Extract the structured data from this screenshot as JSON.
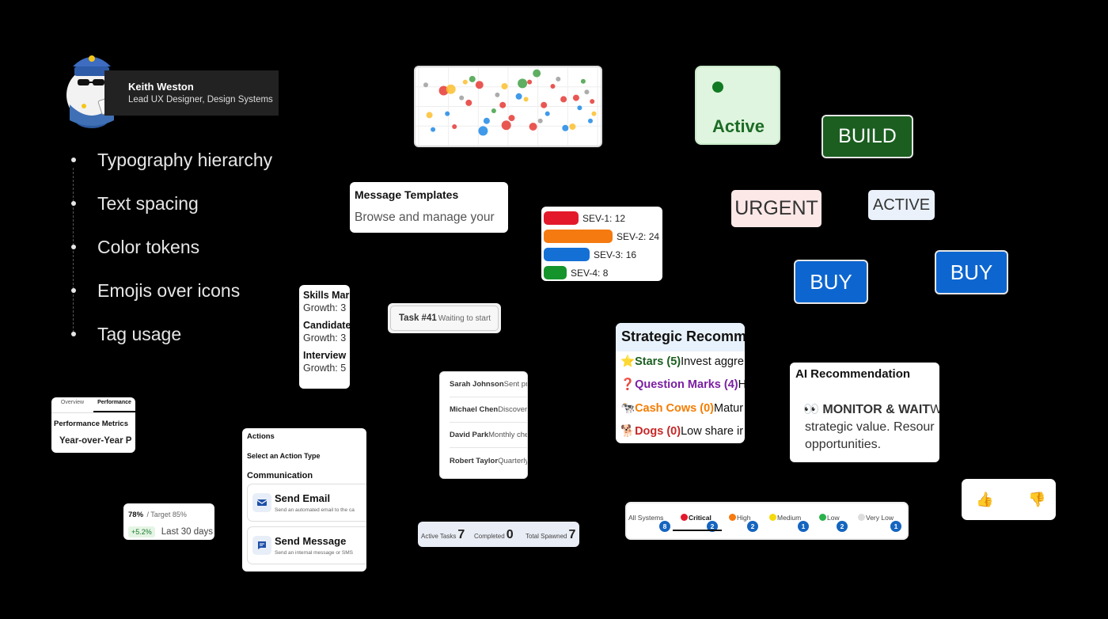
{
  "presenter": {
    "name": "Keith Weston",
    "role": "Lead UX Designer, Design Systems"
  },
  "topics": [
    "Typography hierarchy",
    "Text spacing",
    "Color tokens",
    "Emojis over icons",
    "Tag usage"
  ],
  "tags": {
    "active_green": "Active",
    "build": "BUILD",
    "urgent": "URGENT",
    "active_blue": "ACTIVE",
    "buy_1": "BUY",
    "buy_2": "BUY"
  },
  "message_templates": {
    "title": "Message Templates",
    "subtitle": "Browse and manage your"
  },
  "severity": [
    {
      "label": "SEV-1: 12",
      "color": "#e3192b"
    },
    {
      "label": "SEV-2: 24",
      "color": "#f57a10"
    },
    {
      "label": "SEV-3: 16",
      "color": "#1570d6"
    },
    {
      "label": "SEV-4: 8",
      "color": "#15942b"
    }
  ],
  "skills": [
    {
      "title": "Skills Mar",
      "value": "Growth: 3"
    },
    {
      "title": "Candidate",
      "value": "Growth: 3"
    },
    {
      "title": "Interview",
      "value": "Growth: 5"
    }
  ],
  "task": {
    "id": "Task #41",
    "status": "Waiting to start"
  },
  "people": [
    {
      "name": "Sarah Johnson",
      "detail": "Sent pro"
    },
    {
      "name": "Michael Chen",
      "detail": "Discovery"
    },
    {
      "name": "David Park",
      "detail": "Monthly che"
    },
    {
      "name": "Robert Taylor",
      "detail": "Quarterly"
    }
  ],
  "strategic": {
    "title": "Strategic Recomm",
    "rows": [
      {
        "emoji": "⭐",
        "label": "Stars (5)",
        "text": "Invest aggre",
        "color": "#1b5e20"
      },
      {
        "emoji": "❓",
        "label": "Question Marks (4)",
        "text": "H",
        "color": "#7b1fa2"
      },
      {
        "emoji": "🐄",
        "label": "Cash Cows (0)",
        "text": "Matur",
        "color": "#f57c00"
      },
      {
        "emoji": "🐕",
        "label": "Dogs (0)",
        "text": "Low share ir",
        "color": "#c62828"
      }
    ]
  },
  "ai_recommendation": {
    "title": "AI Recommendation",
    "emoji": "👀",
    "action": "MONITOR & WAIT",
    "action_tail": "W",
    "line2": "strategic value. Resour",
    "line3": "opportunities."
  },
  "feedback": {
    "up": "👍",
    "down": "👎"
  },
  "performance": {
    "tabs": [
      "Overview",
      "Performance"
    ],
    "active_tab": "Performance",
    "heading": "Performance Metrics",
    "subheading": "Year-over-Year P"
  },
  "actions": {
    "title": "Actions",
    "subtitle": "Select an Action Type",
    "category": "Communication",
    "items": [
      {
        "name": "Send Email",
        "desc": "Send an automated email to the ca",
        "icon": "mail-icon"
      },
      {
        "name": "Send Message",
        "desc": "Send an internal message or SMS",
        "icon": "chat-icon"
      }
    ]
  },
  "kpi": {
    "value": "78%",
    "target": "/ Target 85%",
    "change": "+5.2%",
    "period": "Last 30 days"
  },
  "stats": [
    {
      "label": "Active Tasks",
      "value": "7"
    },
    {
      "label": "Completed",
      "value": "0"
    },
    {
      "label": "Total Spawned",
      "value": "7"
    }
  ],
  "systems": [
    {
      "label": "All Systems",
      "count": "8",
      "dot": ""
    },
    {
      "label": "Critical",
      "count": "2",
      "dot": "#e3192b"
    },
    {
      "label": "High",
      "count": "2",
      "dot": "#f57a10"
    },
    {
      "label": "Medium",
      "count": "1",
      "dot": "#f5d90a"
    },
    {
      "label": "Low",
      "count": "2",
      "dot": "#2bb24c"
    },
    {
      "label": "Very Low",
      "count": "1",
      "dot": "#dddddd"
    }
  ],
  "systems_active": "Critical",
  "chart_data": {
    "type": "scatter",
    "title": "",
    "xlabel": "",
    "ylabel": "",
    "grid": true,
    "xlim": [
      0,
      100
    ],
    "ylim": [
      0,
      100
    ],
    "series": [
      {
        "color": "#e53935",
        "points": [
          [
            14,
            72,
            6
          ],
          [
            28,
            55,
            4
          ],
          [
            34,
            80,
            5
          ],
          [
            47,
            52,
            4
          ],
          [
            49,
            24,
            6
          ],
          [
            52,
            34,
            4
          ],
          [
            62,
            84,
            3
          ],
          [
            64,
            22,
            5
          ],
          [
            70,
            52,
            4
          ],
          [
            75,
            78,
            3
          ],
          [
            81,
            60,
            4
          ],
          [
            88,
            62,
            4
          ],
          [
            97,
            57,
            3
          ],
          [
            20,
            22,
            3
          ]
        ]
      },
      {
        "color": "#1e88e5",
        "points": [
          [
            8,
            18,
            3
          ],
          [
            16,
            40,
            3
          ],
          [
            36,
            16,
            6
          ],
          [
            38,
            30,
            4
          ],
          [
            56,
            64,
            4
          ],
          [
            72,
            40,
            3
          ],
          [
            82,
            20,
            4
          ],
          [
            90,
            48,
            3
          ],
          [
            96,
            30,
            3
          ]
        ]
      },
      {
        "color": "#fbc02d",
        "points": [
          [
            6,
            38,
            4
          ],
          [
            18,
            74,
            6
          ],
          [
            48,
            78,
            4
          ],
          [
            60,
            60,
            3
          ],
          [
            86,
            22,
            4
          ],
          [
            98,
            40,
            3
          ],
          [
            26,
            84,
            3
          ]
        ]
      },
      {
        "color": "#43a047",
        "points": [
          [
            30,
            88,
            4
          ],
          [
            58,
            82,
            6
          ],
          [
            66,
            96,
            5
          ],
          [
            92,
            85,
            3
          ],
          [
            42,
            44,
            3
          ]
        ]
      },
      {
        "color": "#9e9e9e",
        "points": [
          [
            4,
            80,
            3
          ],
          [
            24,
            62,
            3
          ],
          [
            44,
            66,
            3
          ],
          [
            68,
            30,
            3
          ],
          [
            78,
            88,
            3
          ],
          [
            94,
            70,
            3
          ]
        ]
      }
    ]
  }
}
